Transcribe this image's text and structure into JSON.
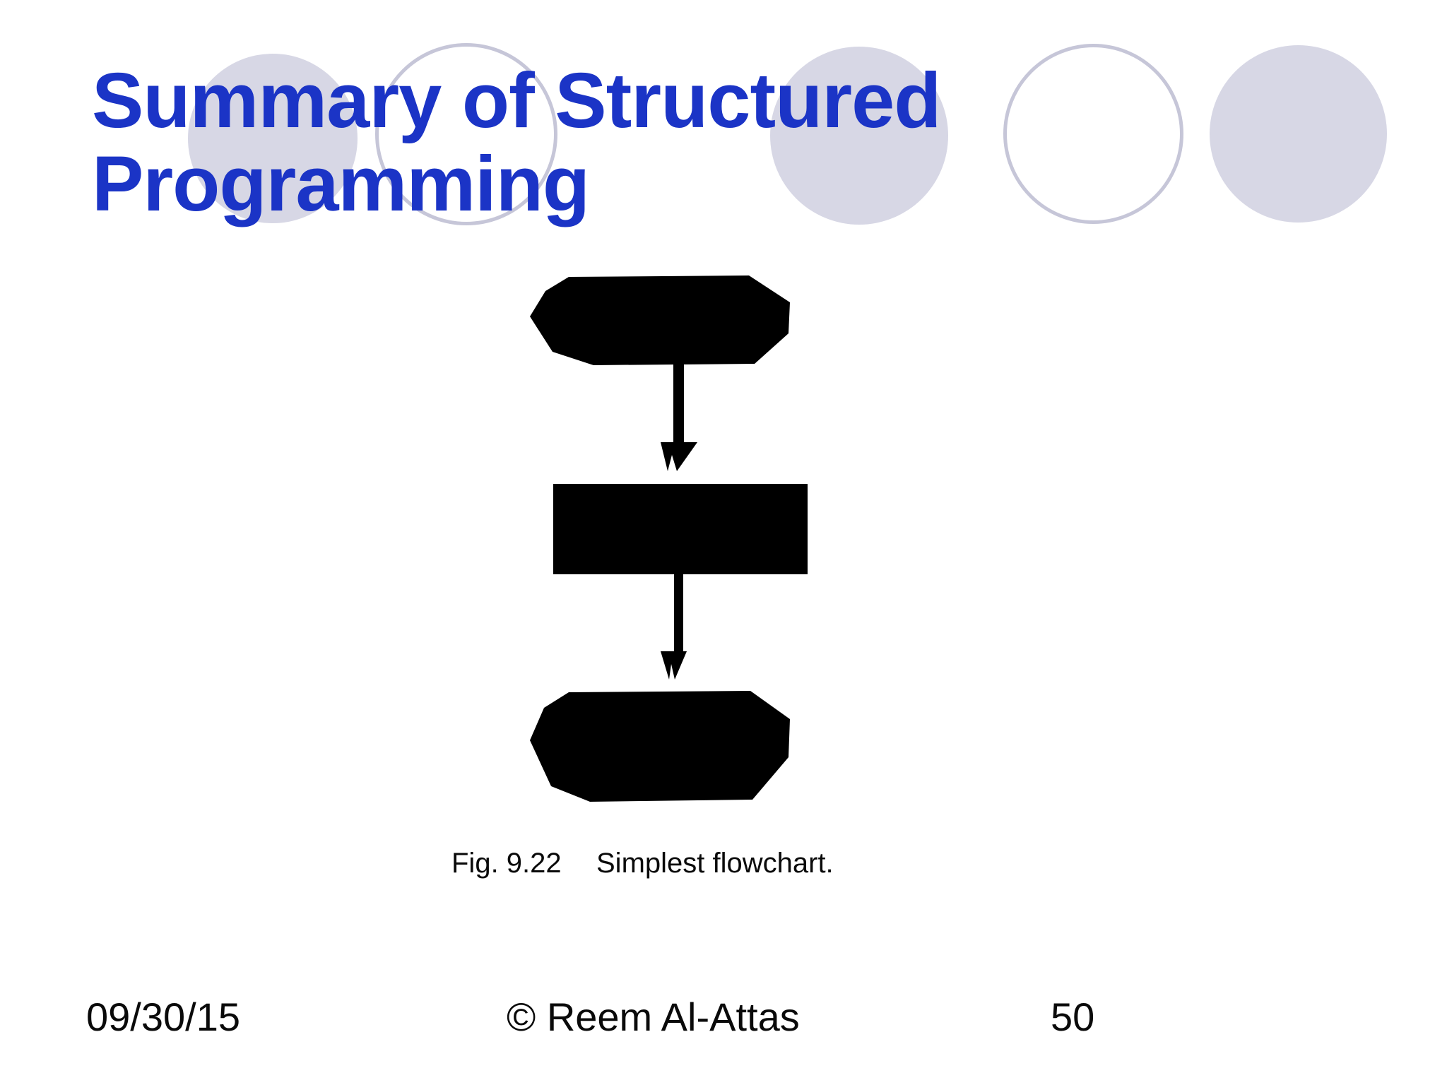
{
  "slide": {
    "title": {
      "full": "Summary of Structured Programming",
      "line1": "Summary of Structured",
      "line2": "Programming"
    },
    "figure": {
      "label": "Fig. 9.22",
      "caption": "Simplest flowchart.",
      "nodes": [
        {
          "id": "start-terminator",
          "shape": "rounded-terminator",
          "text": ""
        },
        {
          "id": "action-rectangle",
          "shape": "rectangle",
          "text": ""
        },
        {
          "id": "end-terminator",
          "shape": "rounded-terminator",
          "text": ""
        }
      ],
      "connectors": [
        {
          "from": "start-terminator",
          "to": "action-rectangle",
          "type": "arrow-down"
        },
        {
          "from": "action-rectangle",
          "to": "end-terminator",
          "type": "arrow-down"
        }
      ]
    },
    "footer": {
      "date": "09/30/15",
      "copyright": "© Reem Al-Attas",
      "page_number": "50"
    },
    "colors": {
      "title_text": "#1b34c6",
      "body_text": "#0a0a0a",
      "circle_fill": "#d7d7e5",
      "circle_ring": "#c6c6d8",
      "flowchart_shape": "#000000",
      "background": "#ffffff"
    }
  }
}
